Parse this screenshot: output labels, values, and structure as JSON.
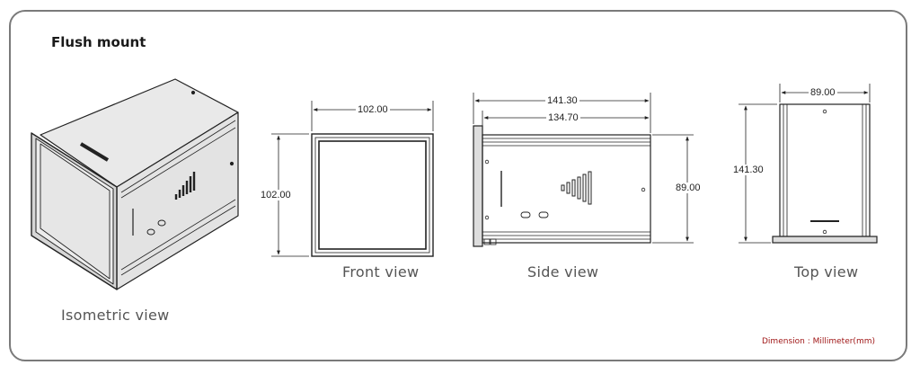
{
  "section_title": "Flush mount",
  "views": {
    "isometric": "Isometric view",
    "front": "Front view",
    "side": "Side view",
    "top": "Top view"
  },
  "dimensions": {
    "front_width": "102.00",
    "front_height": "102.00",
    "side_total_depth": "141.30",
    "side_body_depth": "134.70",
    "side_height": "89.00",
    "top_width": "89.00",
    "top_depth": "141.30"
  },
  "note": "Dimension : Millimeter(mm)",
  "colors": {
    "frame_border": "#7a7a7a",
    "line": "#222222",
    "note": "#a01818"
  }
}
